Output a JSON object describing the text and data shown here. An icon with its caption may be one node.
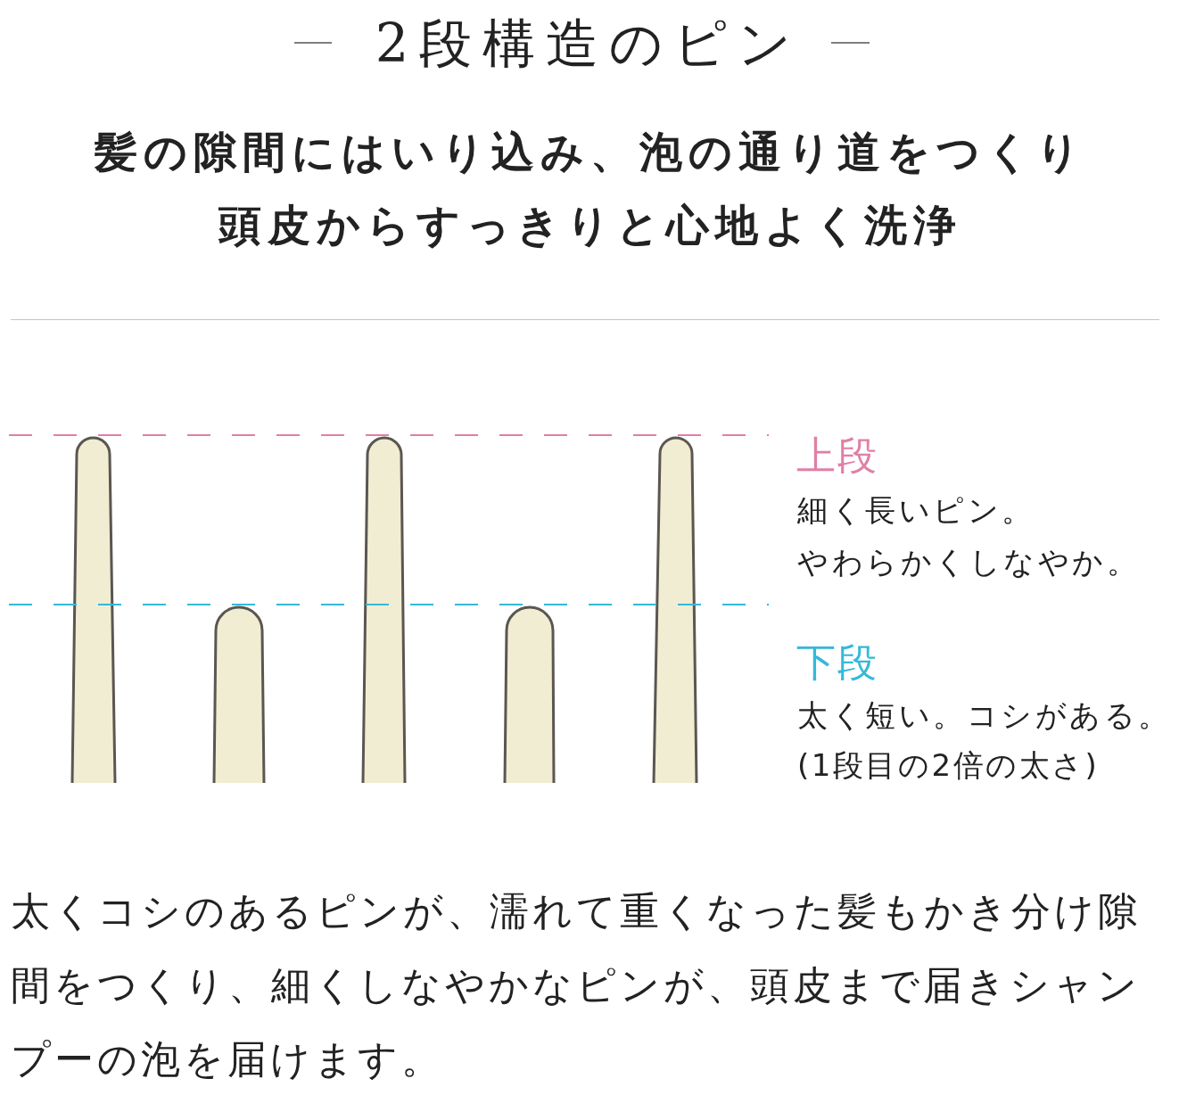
{
  "diagram": {
    "title": "2段構造のピン",
    "caption": "太くコシのあるピンが、濡れて重くなった髪もかき分け隙間をつくり、細くしなやかなピンが、頭皮まで届きシャンプーの泡を届けます。",
    "nodes": [
      {
        "text": [],
        "shape": "bar"
      },
      {
        "text": [],
        "shape": "bar"
      },
      {
        "text": [],
        "shape": "bar"
      },
      {
        "text": [],
        "shape": "bar"
      },
      {
        "text": [],
        "shape": "bar"
      }
    ],
    "labels": [
      "髪の隙間にはいり込み、泡の通り道をつくり頭皮からすっきりと心地よく洗浄",
      "上段",
      "細く長いピン。",
      "やわらかくしなやか。",
      "下段",
      "太く短い。コシがある。",
      "(1段目の2倍の太さ)"
    ]
  }
}
